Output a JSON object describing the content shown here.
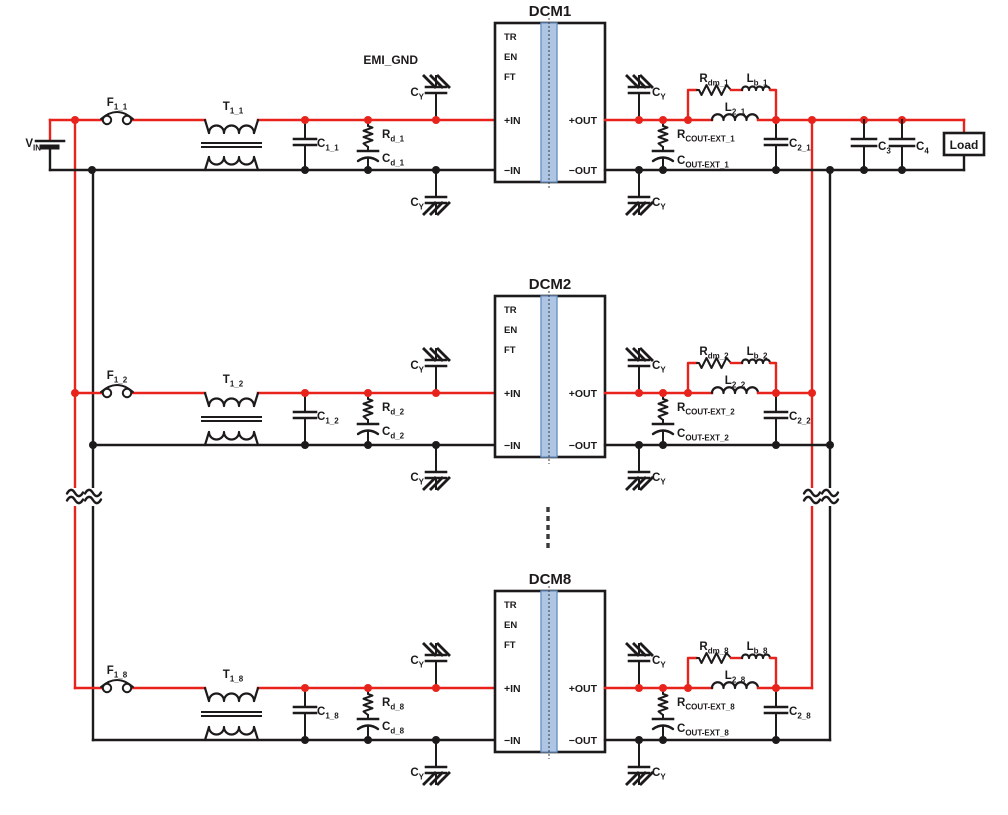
{
  "diagram": {
    "labels": {
      "vin": {
        "main": "V",
        "sub": "IN"
      },
      "emi_gnd": "EMI_GND",
      "cy": {
        "main": "C",
        "sub": "Y"
      },
      "c3": {
        "main": "C",
        "sub": "3"
      },
      "c4": {
        "main": "C",
        "sub": "4"
      },
      "load": "Load"
    },
    "pins": {
      "tr": "TR",
      "en": "EN",
      "ft": "FT",
      "pos_in": "+IN",
      "neg_in": "−IN",
      "pos_out": "+OUT",
      "neg_out": "−OUT"
    },
    "rows": [
      {
        "title": "DCM1",
        "fuse": {
          "main": "F",
          "sub": "1_1"
        },
        "choke": {
          "main": "T",
          "sub": "1_1"
        },
        "c1": {
          "main": "C",
          "sub": "1_1"
        },
        "rd": {
          "main": "R",
          "sub": "d_1"
        },
        "cd": {
          "main": "C",
          "sub": "d_1"
        },
        "rdm": {
          "main": "R",
          "sub": "dm_1"
        },
        "lb": {
          "main": "L",
          "sub": "b_1"
        },
        "l2": {
          "main": "L",
          "sub": "2_1"
        },
        "rcout": {
          "main": "R",
          "sub": "COUT-EXT_1"
        },
        "ccout": {
          "main": "C",
          "sub": "OUT-EXT_1"
        },
        "c2": {
          "main": "C",
          "sub": "2_1"
        }
      },
      {
        "title": "DCM2",
        "fuse": {
          "main": "F",
          "sub": "1_2"
        },
        "choke": {
          "main": "T",
          "sub": "1_2"
        },
        "c1": {
          "main": "C",
          "sub": "1_2"
        },
        "rd": {
          "main": "R",
          "sub": "d_2"
        },
        "cd": {
          "main": "C",
          "sub": "d_2"
        },
        "rdm": {
          "main": "R",
          "sub": "dm_2"
        },
        "lb": {
          "main": "L",
          "sub": "b_2"
        },
        "l2": {
          "main": "L",
          "sub": "2_2"
        },
        "rcout": {
          "main": "R",
          "sub": "COUT-EXT_2"
        },
        "ccout": {
          "main": "C",
          "sub": "OUT-EXT_2"
        },
        "c2": {
          "main": "C",
          "sub": "2_2"
        }
      },
      {
        "title": "DCM8",
        "fuse": {
          "main": "F",
          "sub": "1_8"
        },
        "choke": {
          "main": "T",
          "sub": "1_8"
        },
        "c1": {
          "main": "C",
          "sub": "1_8"
        },
        "rd": {
          "main": "R",
          "sub": "d_8"
        },
        "cd": {
          "main": "C",
          "sub": "d_8"
        },
        "rdm": {
          "main": "R",
          "sub": "dm_8"
        },
        "lb": {
          "main": "L",
          "sub": "b_8"
        },
        "l2": {
          "main": "L",
          "sub": "2_8"
        },
        "rcout": {
          "main": "R",
          "sub": "COUT-EXT_8"
        },
        "ccout": {
          "main": "C",
          "sub": "OUT-EXT_8"
        },
        "c2": {
          "main": "C",
          "sub": "2_8"
        }
      }
    ],
    "colors": {
      "hot": "#e8231c",
      "wire": "#1d1a1b",
      "stripe_fill": "#aec6e4",
      "stripe_edge": "#6d92c1"
    }
  }
}
